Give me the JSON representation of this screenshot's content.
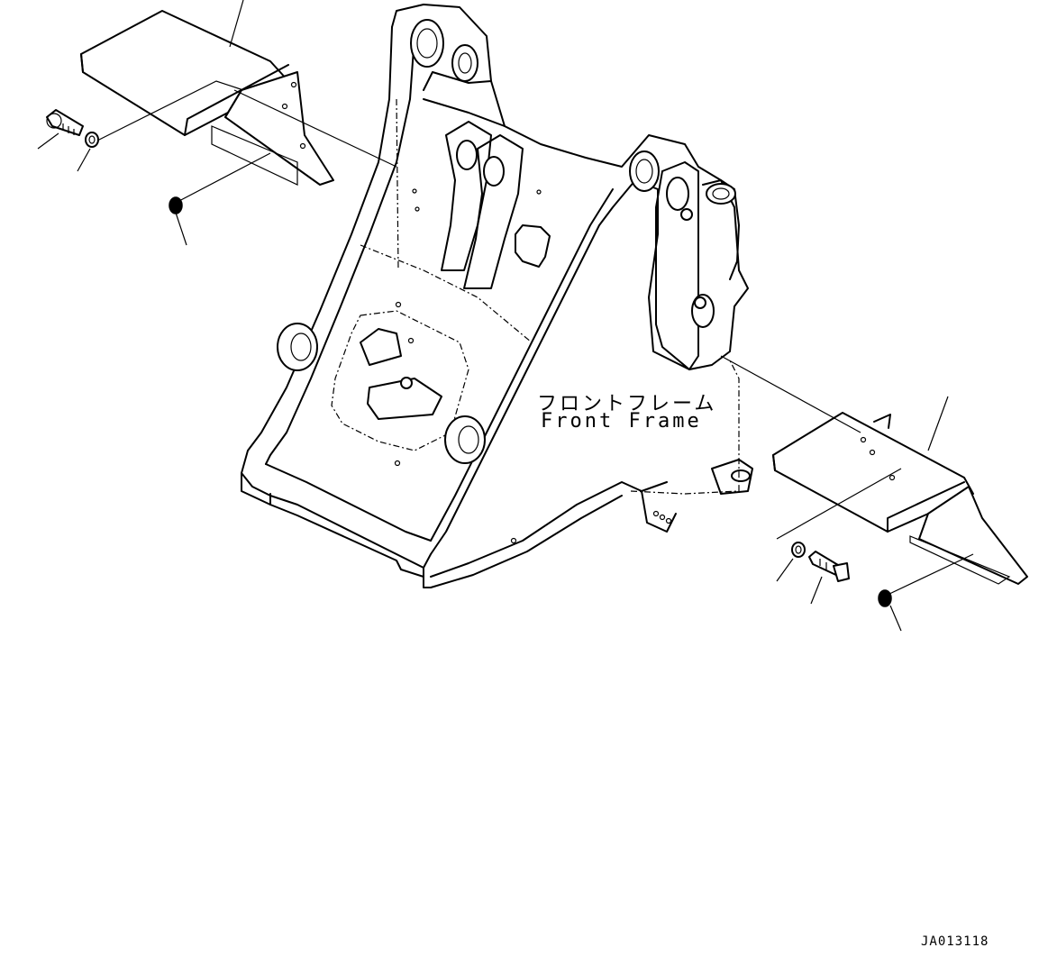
{
  "diagram": {
    "part_label_jp": "フロントフレーム",
    "part_label_en": "Front Frame",
    "drawing_number": "JA013118"
  }
}
